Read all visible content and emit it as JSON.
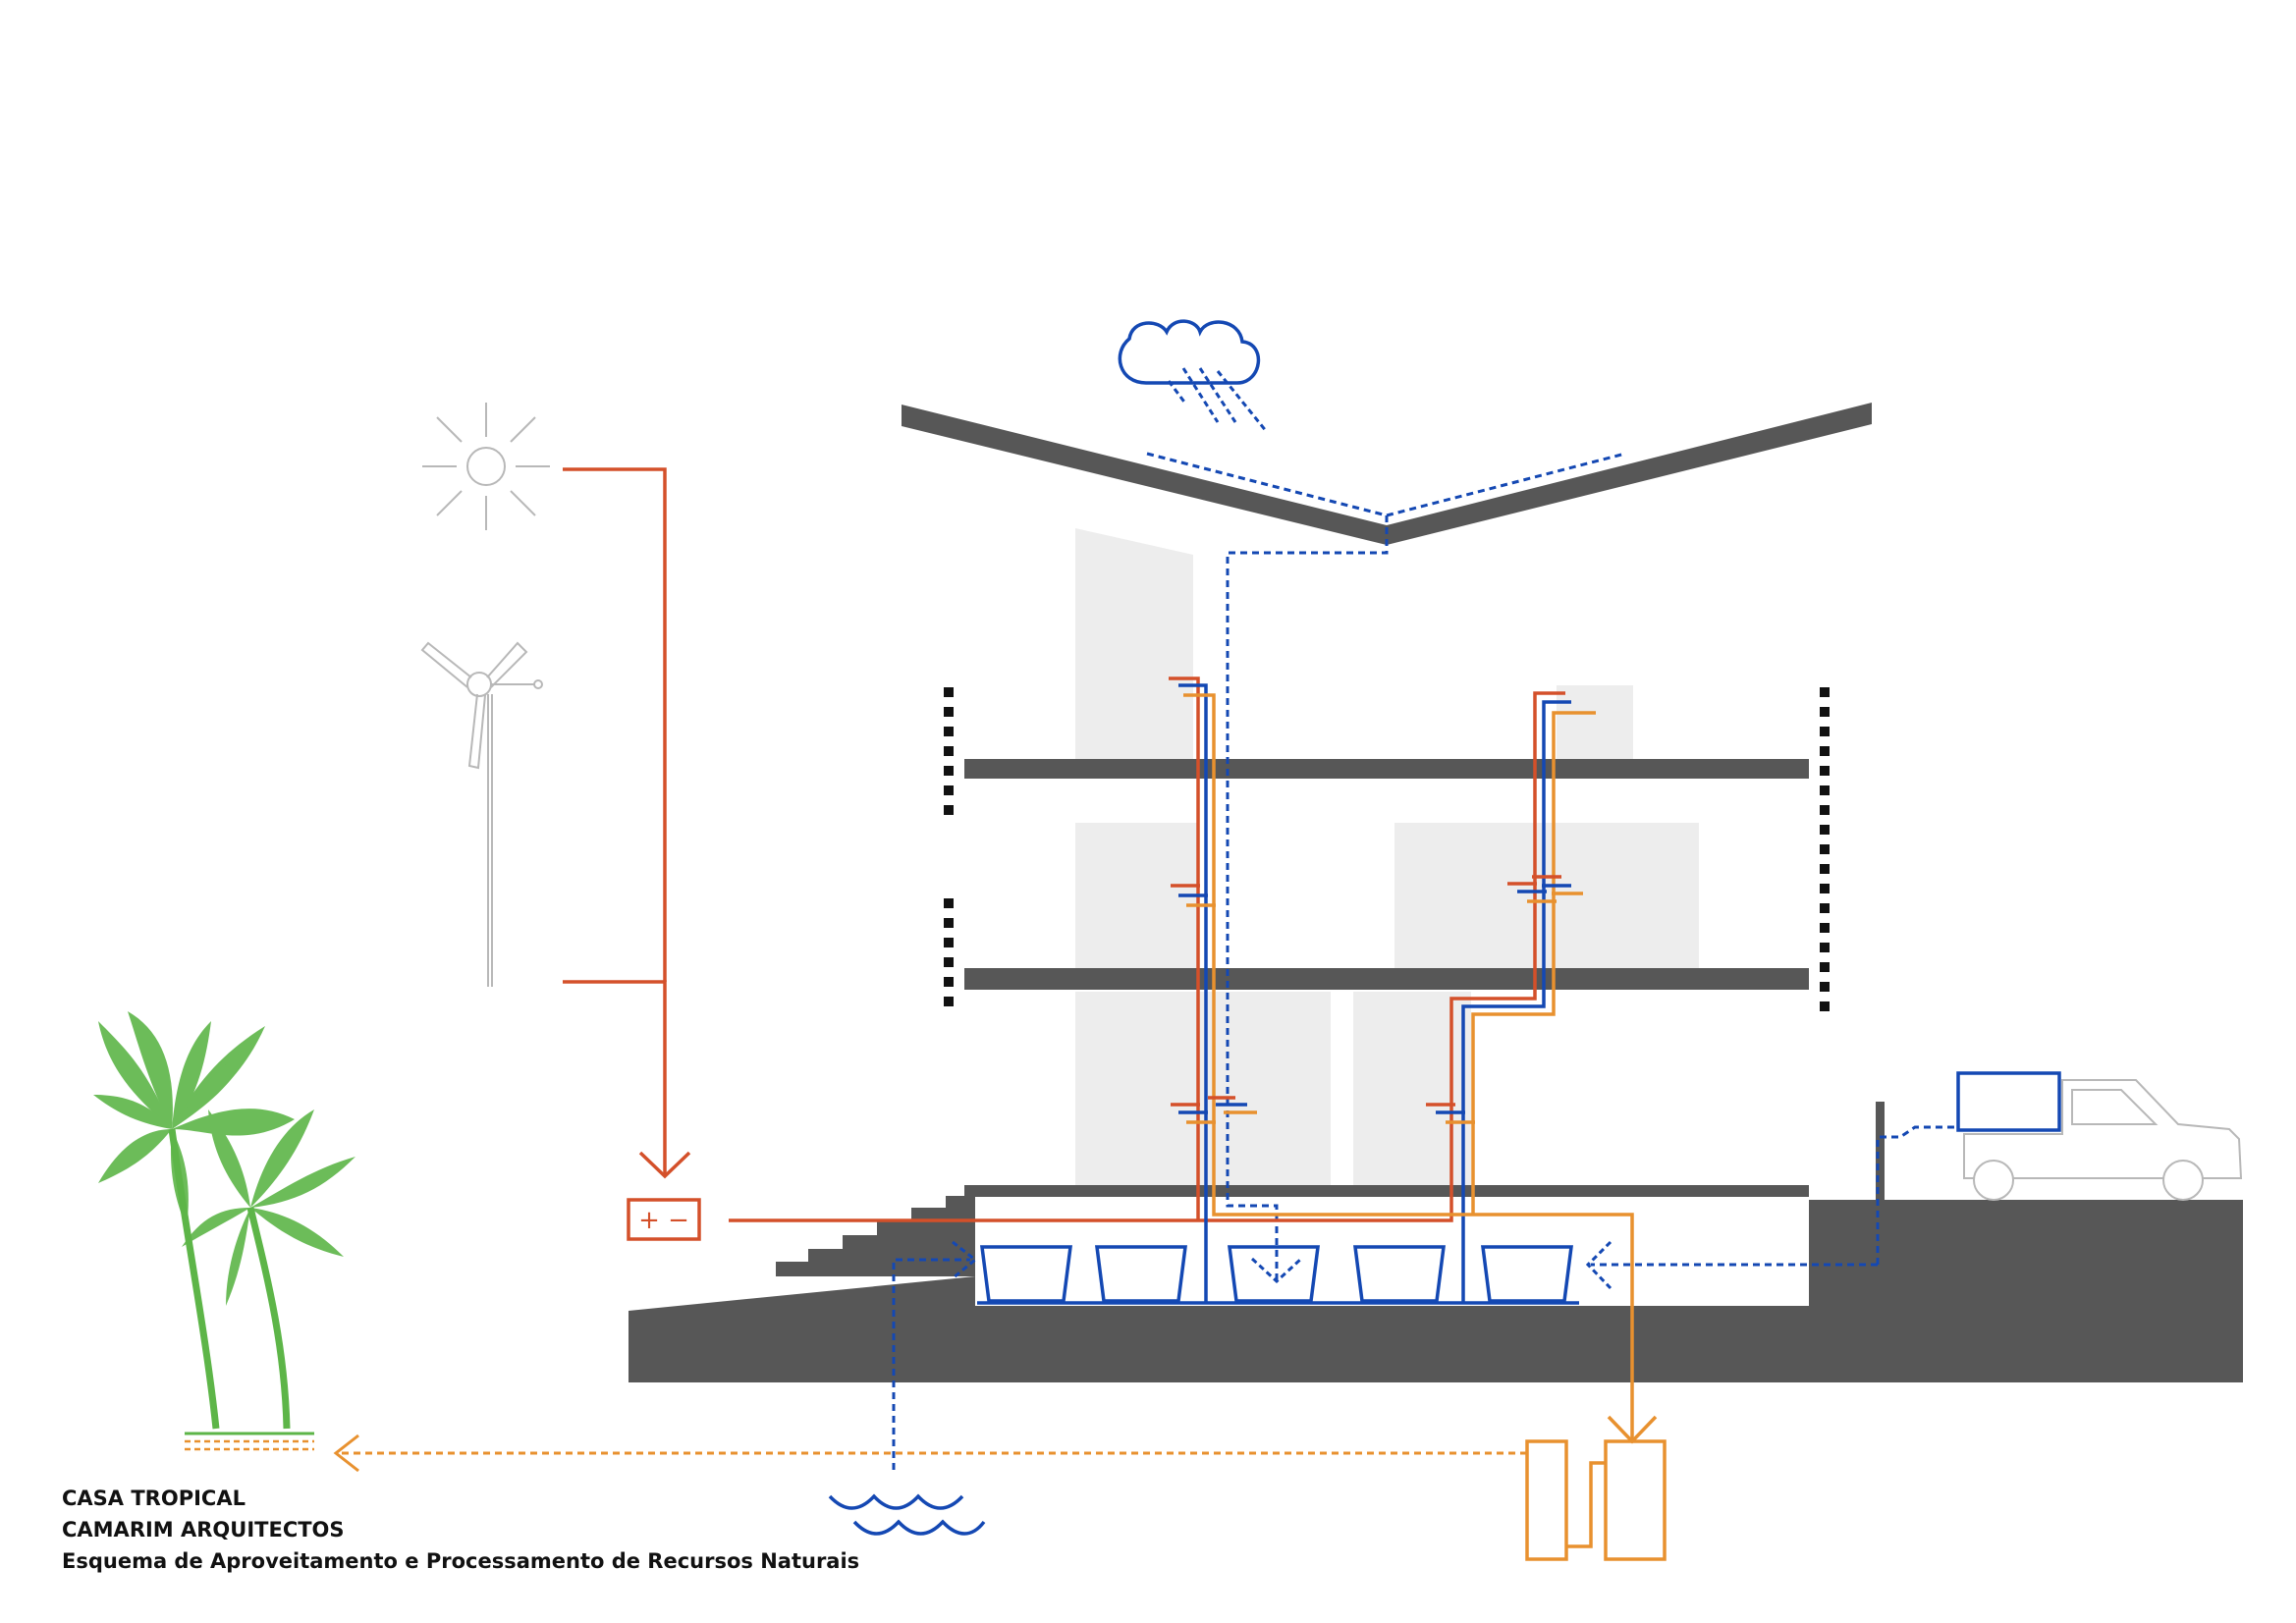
{
  "caption": {
    "line1": "CASA TROPICAL",
    "line2": "CAMARIM ARQUITECTOS",
    "line3": "Esquema de Aproveitamento e Processamento de Recursos Naturais"
  },
  "battery": {
    "symbol": "+ −"
  },
  "colors": {
    "structure": "#575757",
    "wall": "#ededed",
    "electricity": "#d4502a",
    "water": "#1448b3",
    "wastewater": "#e8912f",
    "vegetation": "#5db548",
    "outline": "#b8b8b8"
  },
  "icons": [
    "sun-icon",
    "wind-turbine-icon",
    "rain-cloud-icon",
    "battery-icon",
    "water-waves-icon",
    "palm-trees-icon",
    "water-truck-icon",
    "septic-tank-icon"
  ]
}
